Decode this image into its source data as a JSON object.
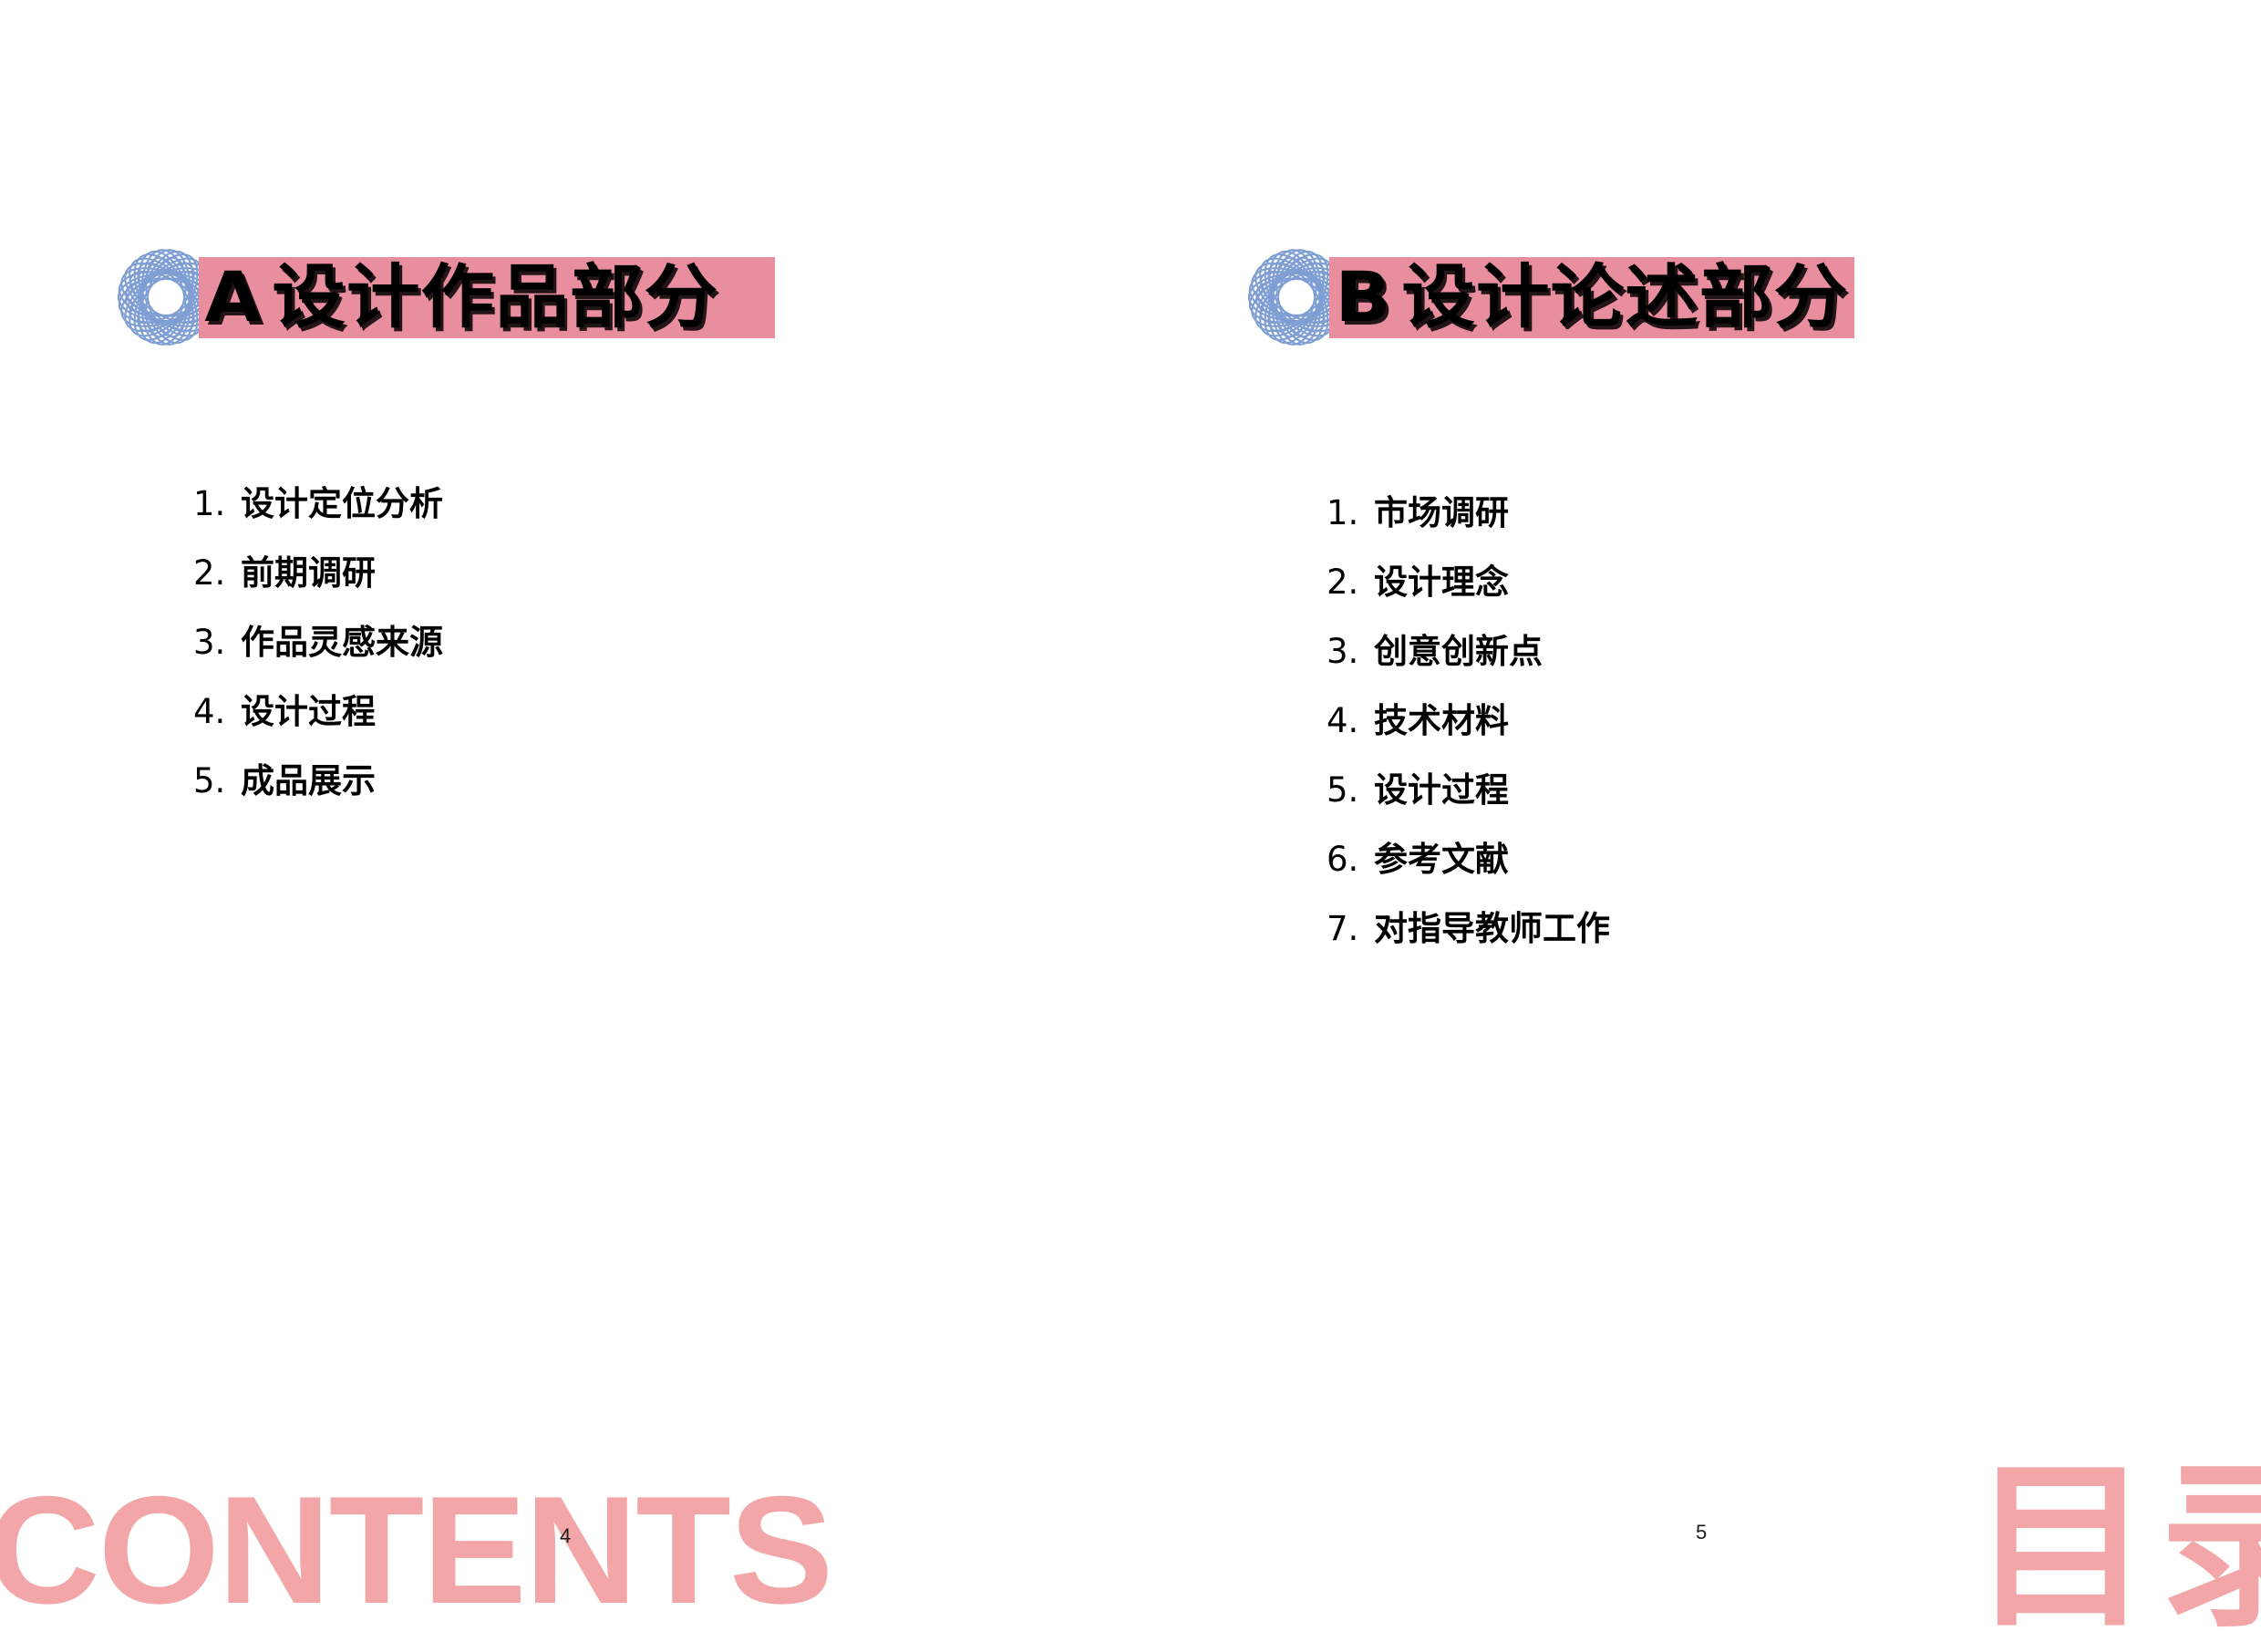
{
  "colors": {
    "banner_pink": "#e98e9e",
    "accent_pink_light": "#f2a6a8",
    "ornament_blue": "#7f9ed3",
    "text_black": "#000000",
    "page_background": "#ffffff"
  },
  "sections": [
    {
      "id": "a",
      "ornament_icon": "mandala-ornament-icon",
      "letter": "A",
      "title": "设计作品部分",
      "items": [
        {
          "index": "1.",
          "label": "设计定位分析"
        },
        {
          "index": "2.",
          "label": "前期调研"
        },
        {
          "index": "3.",
          "label": "作品灵感来源"
        },
        {
          "index": "4.",
          "label": "设计过程"
        },
        {
          "index": "5.",
          "label": "成品展示"
        }
      ]
    },
    {
      "id": "b",
      "ornament_icon": "mandala-ornament-icon",
      "letter": "B",
      "title": "设计论述部分",
      "items": [
        {
          "index": "1.",
          "label": "市场调研"
        },
        {
          "index": "2.",
          "label": "设计理念"
        },
        {
          "index": "3.",
          "label": "创意创新点"
        },
        {
          "index": "4.",
          "label": "技术材料"
        },
        {
          "index": "5.",
          "label": "设计过程"
        },
        {
          "index": "6.",
          "label": "参考文献"
        },
        {
          "index": "7.",
          "label": "对指导教师工作"
        }
      ]
    }
  ],
  "footer": {
    "contents_word": "CONTENTS",
    "mulu_word": "目录",
    "page_number_left": "4",
    "page_number_right": "5"
  }
}
